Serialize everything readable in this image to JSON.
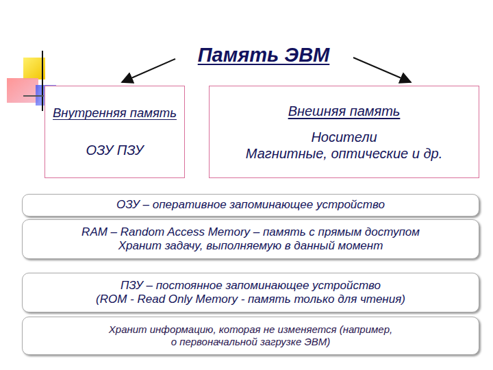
{
  "diagram": {
    "title": "Память ЭВМ",
    "nodes": [
      {
        "text": [
          "Внутренняя память",
          "ОЗУ ПЗУ"
        ]
      },
      {
        "text": [
          "Внешняя память",
          "Носители",
          "Магнитные, оптические и др."
        ]
      },
      {
        "text": [
          "ОЗУ – оперативное запоминающее устройство"
        ]
      },
      {
        "text": [
          "RAM – Random Access Memory – память с прямым доступом",
          "Хранит задачу, выполняемую в данный момент"
        ]
      },
      {
        "text": [
          "ПЗУ – постоянное запоминающее устройство",
          "(ROM - Read Only Memory - память только для чтения)"
        ]
      },
      {
        "text": [
          "Хранит информацию, которая не изменяется (например, о первоначальной загрузке ЭВМ)"
        ]
      }
    ]
  }
}
